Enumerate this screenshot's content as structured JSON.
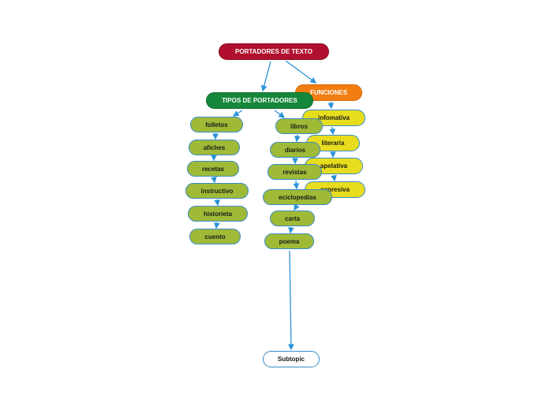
{
  "colors": {
    "connector": "#2a92d8",
    "root": "#b0102e",
    "types": "#15873a",
    "funciones": "#f27d12",
    "subtopic_green": "#9fba36",
    "subtopic_yellow": "#e8dc1e"
  },
  "map": {
    "root": "PORTADORES  DE TEXTO",
    "tipos": "TIPOS DE PORTADORES",
    "funciones": "FUNCIONES",
    "funciones_items": [
      "infomativa",
      "literaria",
      "apelativa",
      "expresiva"
    ],
    "tipos_left": [
      "folletos",
      "afiches",
      "recetas",
      "instructivo",
      "historieta",
      "cuento"
    ],
    "tipos_right": [
      "libros",
      "diarios",
      "revistas",
      "eciclopedias",
      "carta",
      "poema"
    ],
    "subtopic": "Subtopic"
  }
}
